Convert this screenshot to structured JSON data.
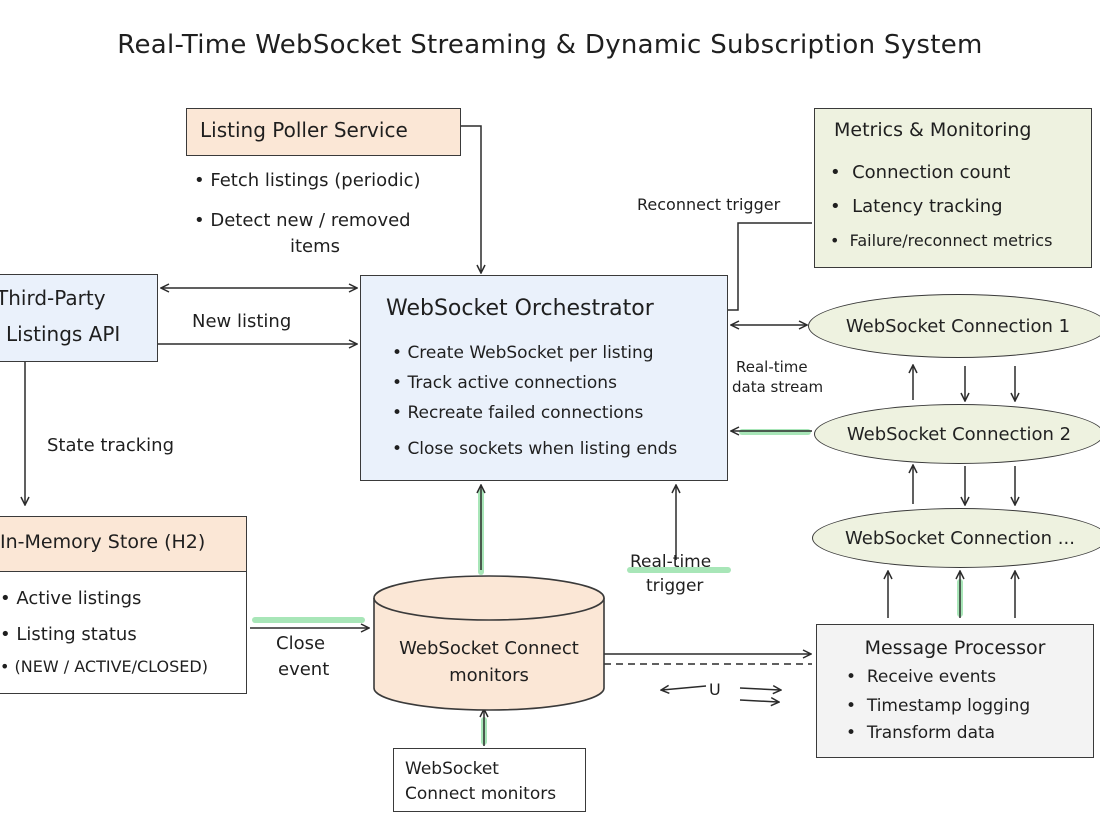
{
  "title": "Real-Time WebSocket Streaming & Dynamic Subscription System",
  "colors": {
    "poller_fill": "#fbe7d6",
    "blue_fill": "#eaf1fb",
    "green_fill": "#eef2e0",
    "db_fill": "#fbe7d6",
    "highlight": "#a8e6b8"
  },
  "poller": {
    "title": "Listing Poller Service",
    "bullets": [
      "Fetch listings (periodic)",
      "Detect new / removed",
      "items"
    ]
  },
  "third_party": {
    "line1": "Third-Party",
    "line2": "Listings API"
  },
  "orchestrator": {
    "title": "WebSocket Orchestrator",
    "bullets": [
      "Create WebSocket per listing",
      "Track active connections",
      "Recreate failed connections",
      "Close sockets when listing ends"
    ]
  },
  "metrics": {
    "title": "Metrics & Monitoring",
    "bullets": [
      "Connection count",
      "Latency tracking",
      "Failure/reconnect metrics"
    ]
  },
  "connections": [
    "WebSocket Connection 1",
    "WebSocket Connection 2",
    "WebSocket Connection ..."
  ],
  "store": {
    "title": "In-Memory Store (H2)",
    "bullets": [
      "Active listings",
      "Listing status",
      "(NEW / ACTIVE/CLOSED)"
    ]
  },
  "db": {
    "line1": "WebSocket Connect",
    "line2": "monitors"
  },
  "monitors_box": {
    "line1": "WebSocket",
    "line2": "Connect monitors"
  },
  "processor": {
    "title": "Message Processor",
    "bullets": [
      "Receive events",
      "Timestamp logging",
      "Transform data"
    ]
  },
  "edge_labels": {
    "new_listing": "New listing",
    "state_tracking": "State tracking",
    "reconnect_trigger": "Reconnect trigger",
    "realtime_stream_1": "Real-time",
    "realtime_stream_2": "data stream",
    "realtime_trigger_1": "Real-time",
    "realtime_trigger_2": "trigger",
    "close_event_1": "Close",
    "close_event_2": "event",
    "u_mark": "U"
  },
  "bullet_char": "•"
}
